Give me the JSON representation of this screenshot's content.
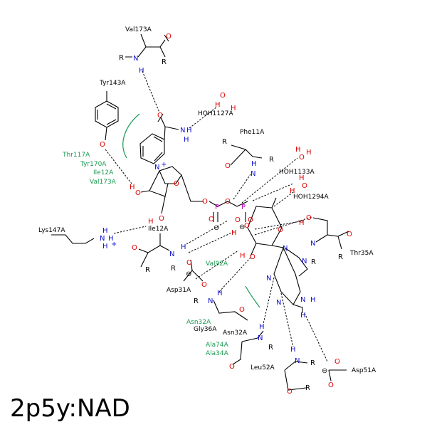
{
  "title": "2p5y:NAD",
  "labels": [
    {
      "id": "val173",
      "text": "Val173A"
    },
    {
      "id": "tyr143",
      "text": "Tyr143A"
    },
    {
      "id": "hoh1127",
      "text": "HOH1127A"
    },
    {
      "id": "phe11",
      "text": "Phe11A"
    },
    {
      "id": "hoh1133",
      "text": "HOH1133A"
    },
    {
      "id": "hoh1294",
      "text": "HOH1294A"
    },
    {
      "id": "lys147",
      "text": "Lys147A"
    },
    {
      "id": "ile12",
      "text": "Ile12A"
    },
    {
      "id": "thr35",
      "text": "Thr35A"
    },
    {
      "id": "asp31",
      "text": "Asp31A"
    },
    {
      "id": "gly36",
      "text": "Gly36A"
    },
    {
      "id": "asn32",
      "text": "Asn32A"
    },
    {
      "id": "leu52",
      "text": "Leu52A"
    },
    {
      "id": "asp51",
      "text": "Asp51A"
    }
  ],
  "hydrophobic": [
    {
      "id": "thr117",
      "text": "Thr117A"
    },
    {
      "id": "tyr170",
      "text": "Tyr170A"
    },
    {
      "id": "ile12h",
      "text": "Ile12A"
    },
    {
      "id": "val173h",
      "text": "Val173A"
    },
    {
      "id": "val92",
      "text": "Val92A"
    },
    {
      "id": "asn32h",
      "text": "Asn32A"
    },
    {
      "id": "ala74",
      "text": "Ala74A"
    },
    {
      "id": "ala34",
      "text": "Ala34A"
    }
  ],
  "atoms": {
    "O": "O",
    "N": "N",
    "H": "H",
    "P": "P",
    "R": "R",
    "Nplus": "N",
    "plus": "+",
    "minus": "⊖"
  },
  "colors": {
    "oxygen": "#e00000",
    "nitrogen": "#1010d0",
    "phosphorus": "#c000c0",
    "hydrophobic": "#1a9a50"
  }
}
